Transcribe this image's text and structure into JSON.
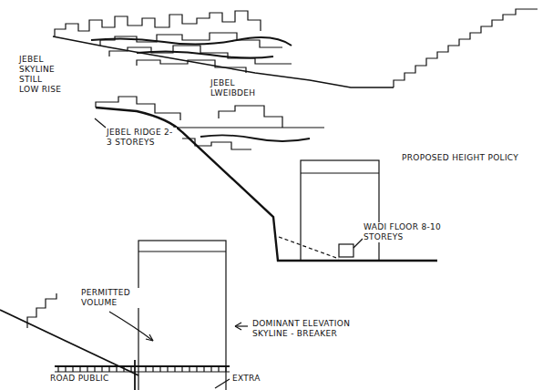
{
  "diagram": {
    "labels": [
      "JEBEL SKYLINE STILL LOW RISE",
      "JEBEL LWEIBDEH",
      "JEBEL RIDGE 2-3 STOREYS",
      "PROPOSED HEIGHT POLICY",
      "WADI FLOOR 8-10 STOREYS",
      "PERMITTED VOLUME",
      "DOMINANT ELEVATION SKYLINE - BREAKER",
      "ROAD PUBLIC",
      "EXTRA"
    ]
  }
}
